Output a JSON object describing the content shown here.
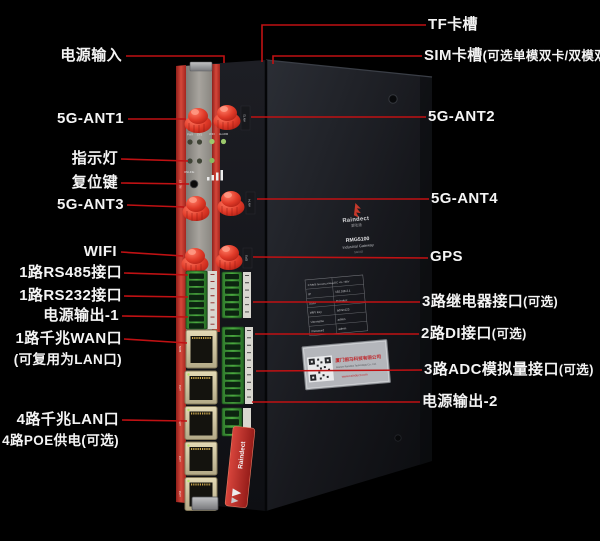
{
  "page": {
    "background": "#000000"
  },
  "colors": {
    "callout_line": "#c01113",
    "label_text": "#f4f4f4",
    "flange_red": "#c8332c",
    "sma_red": "#e03a28",
    "terminal_green": "#3f9e3f",
    "rj45_beige": "#d6cba6"
  },
  "callouts": {
    "left": [
      {
        "text": "电源输入"
      },
      {
        "text": "5G-ANT1"
      },
      {
        "text": "指示灯"
      },
      {
        "text": "复位键"
      },
      {
        "text": "5G-ANT3"
      },
      {
        "text": "WIFI"
      },
      {
        "text": "1路RS485接口"
      },
      {
        "text": "1路RS232接口"
      },
      {
        "text": "电源输出-1"
      },
      {
        "text": "1路千兆WAN口",
        "sub": "(可复用为LAN口)"
      },
      {
        "text": "4路千兆LAN口",
        "sub": "4路POE供电(可选)"
      }
    ],
    "right": [
      {
        "text": "TF卡槽"
      },
      {
        "text": "SIM卡槽",
        "sub": "(可选单模双卡/双模双卡)"
      },
      {
        "text": "5G-ANT2"
      },
      {
        "text": "5G-ANT4"
      },
      {
        "text": "GPS"
      },
      {
        "text": "3路继电器接口",
        "sub": "(可选)"
      },
      {
        "text": "2路DI接口",
        "sub": "(可选)"
      },
      {
        "text": "3路ADC模拟量接口",
        "sub": "(可选)"
      },
      {
        "text": "电源输出-2"
      }
    ]
  },
  "device": {
    "leds": {
      "row1": [
        "PWR",
        "SYS",
        "WIFI",
        "ALARM"
      ],
      "online": "ONLINE"
    },
    "reset_tag": "RESET",
    "port_tags": {
      "ant2": "ANT2",
      "ant4": "ANT4",
      "gps": "GPS",
      "wan": "WAN",
      "lan1": "LAN1",
      "lan2": "LAN2",
      "lan3": "LAN3",
      "lan4": "LAN4"
    },
    "front_label": "Raindect",
    "side_panel": {
      "brand": "Raindect",
      "brand_cn": "爱陆通",
      "model": "RMG5100",
      "product": "Industrial Gateway",
      "band": "5G/4G",
      "spec_rows": [
        [
          "工作电压 Operating Voltage",
          "DC +9~+36V"
        ],
        [
          "IP",
          "192.168.2.1"
        ],
        [
          "SSID",
          "Raindect"
        ],
        [
          "WIFI Key",
          "admin123"
        ],
        [
          "Username",
          "admin"
        ],
        [
          "Password",
          "admin"
        ]
      ],
      "sticker": {
        "company_cn": "厦门银马科技有限公司",
        "company_en": "Xiamen Raindect Technology Co., Ltd.",
        "website": "www.raindect.com"
      }
    }
  }
}
